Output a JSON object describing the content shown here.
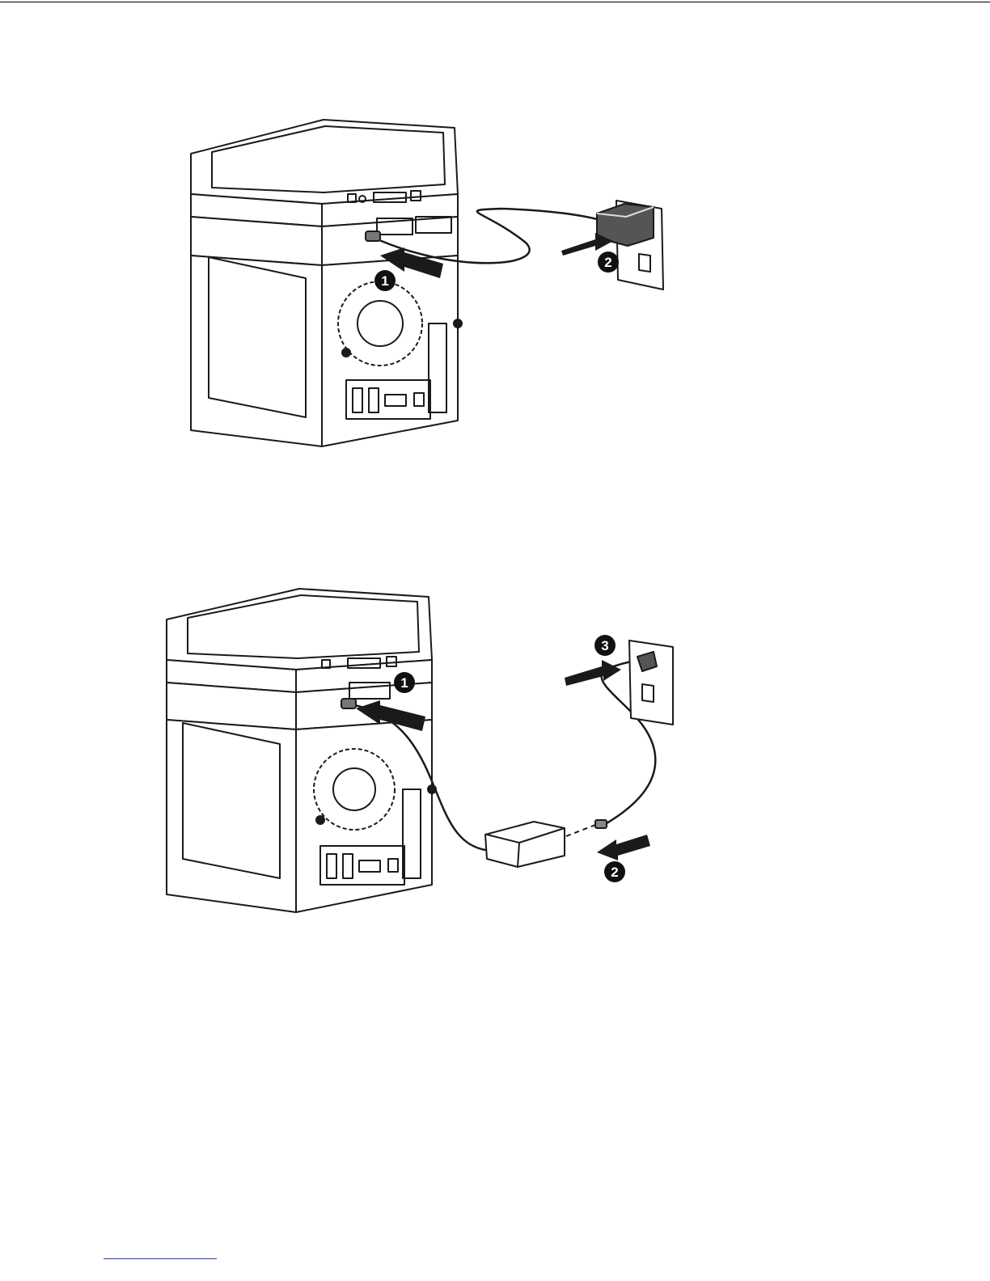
{
  "figures": [
    {
      "id": "wall-plug-adapter",
      "callouts": [
        "1",
        "2"
      ]
    },
    {
      "id": "external-adapter-with-cord",
      "callouts": [
        "1",
        "2",
        "3"
      ]
    }
  ],
  "colors": {
    "stroke": "#1a1a1a",
    "callout_fill": "#111111",
    "footer_rule": "#1f3fa8"
  }
}
